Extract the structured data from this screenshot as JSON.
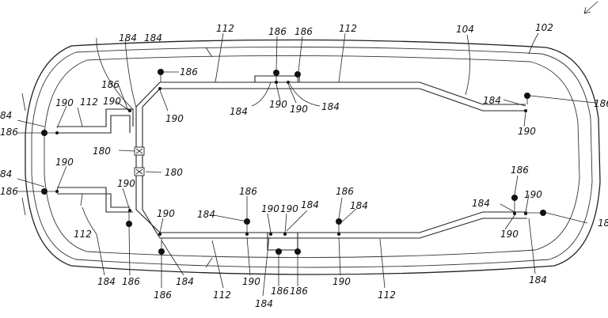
{
  "labels": {
    "l102": "102",
    "l104": "104",
    "l112": "112",
    "l180": "180",
    "l184": "184",
    "l186": "186",
    "l190": "190"
  },
  "partial_labels": {
    "left_184": "84",
    "right_186": "186",
    "right_18": "18"
  }
}
